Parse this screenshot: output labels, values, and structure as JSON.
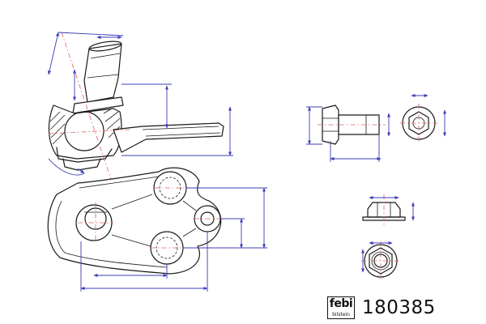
{
  "brand": {
    "logo_text": "febi",
    "logo_subtext": "bilstein"
  },
  "part_number": "180385",
  "colors": {
    "outline": "#1a1a1a",
    "dimension_line": "#3b3bb8",
    "center_line": "#e06060",
    "background": "#ffffff"
  },
  "views": [
    "ball-joint-section-view",
    "ball-joint-top-view",
    "bolt-side-view",
    "bolt-end-view",
    "nut-side-view",
    "nut-end-view"
  ]
}
